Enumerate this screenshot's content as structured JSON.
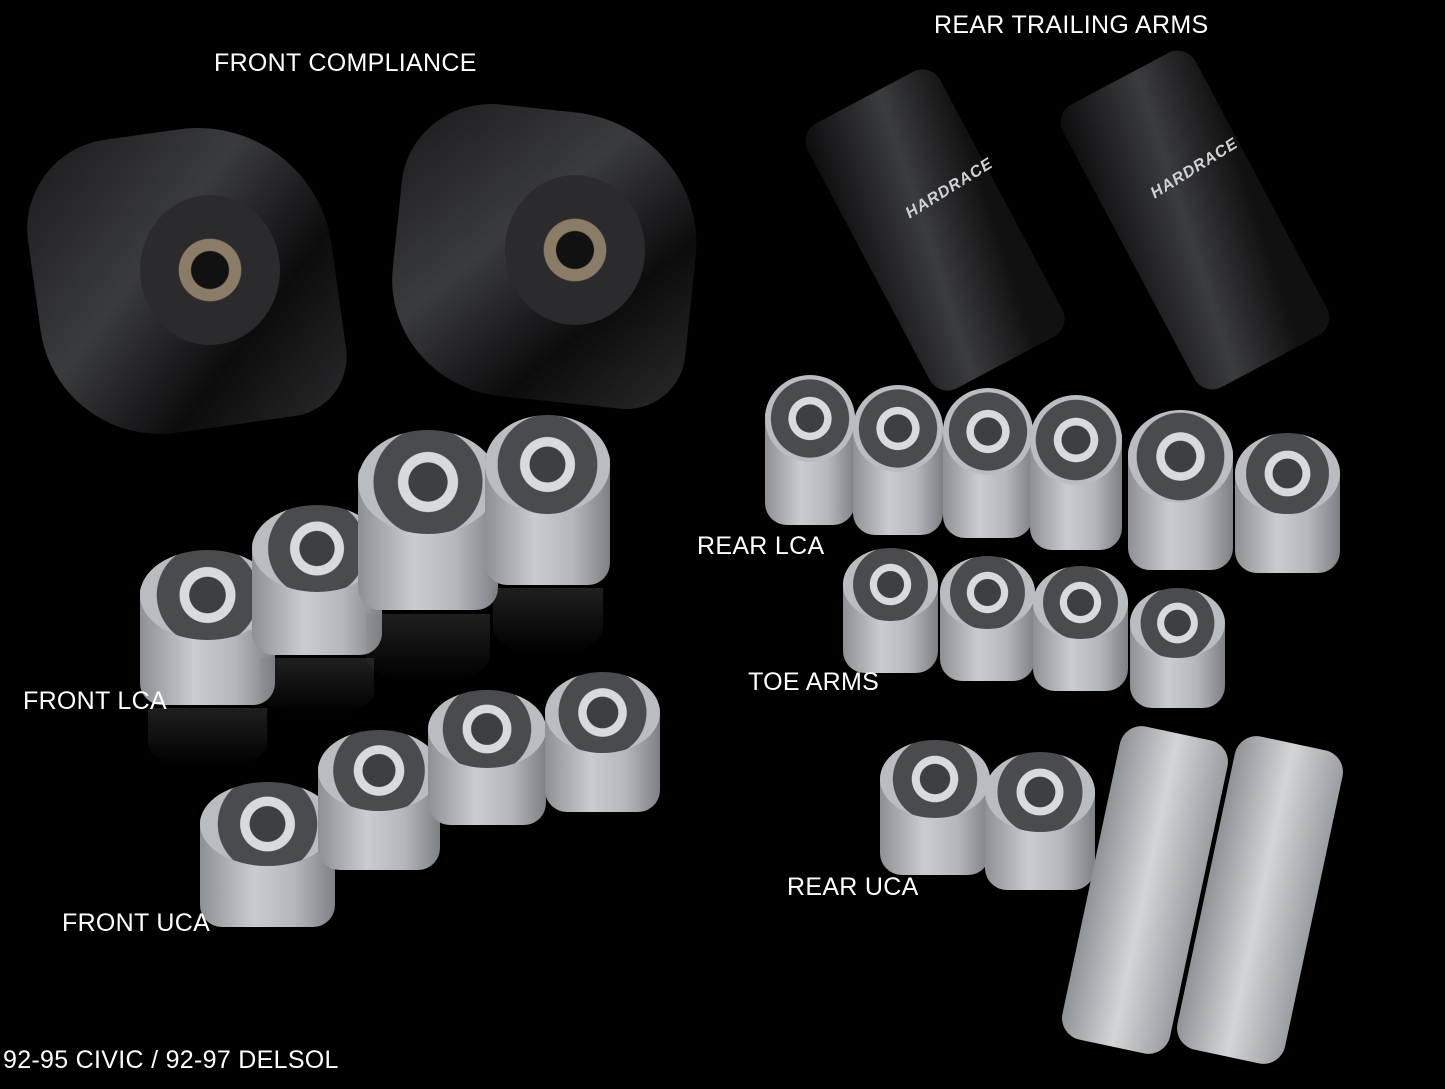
{
  "labels": {
    "front_compliance": "FRONT COMPLIANCE",
    "rear_trailing_arms": "REAR TRAILING ARMS",
    "rear_lca": "REAR LCA",
    "toe_arms": "TOE ARMS",
    "front_lca": "FRONT LCA",
    "rear_uca": "REAR UCA",
    "front_uca": "FRONT UCA",
    "fitment": "92-95 CIVIC / 92-97 DELSOL"
  },
  "brand_logo": "HARDRACE"
}
